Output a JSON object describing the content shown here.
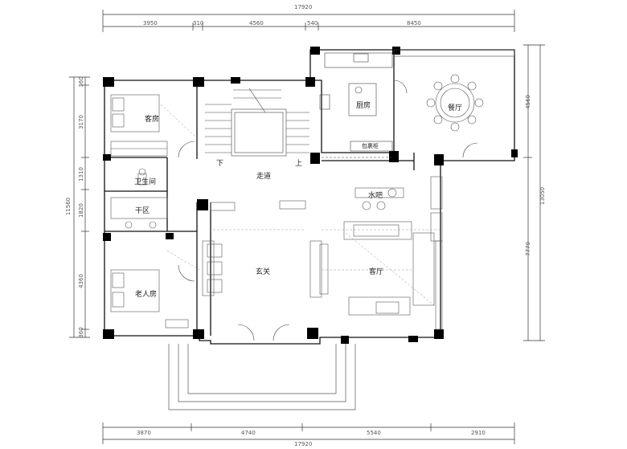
{
  "rooms": {
    "guest_room": "客房",
    "bathroom": "卫生间",
    "dry_area": "干区",
    "elderly_room": "老人房",
    "kitchen": "厨房",
    "dining": "餐厅",
    "corridor": "走道",
    "stair_down": "下",
    "stair_up": "上",
    "foyer": "玄关",
    "living": "客厅",
    "water_bar": "水吧",
    "pantry": "包裹柜"
  },
  "dimensions": {
    "top_total": "17920",
    "top_segments": [
      "3950",
      "310",
      "4560",
      "540",
      "8450"
    ],
    "bottom_total": "17920",
    "bottom_segments": [
      "3870",
      "4740",
      "5540",
      "2910"
    ],
    "left_total": "11560",
    "left_segments": [
      "360",
      "3170",
      "1310",
      "1820",
      "4360",
      "360"
    ],
    "right_total": "13050",
    "right_segments": [
      "4560",
      "7770"
    ]
  },
  "colors": {
    "wall": "#000000",
    "line": "#333333",
    "thin": "#888888",
    "dashed": "#999999"
  }
}
